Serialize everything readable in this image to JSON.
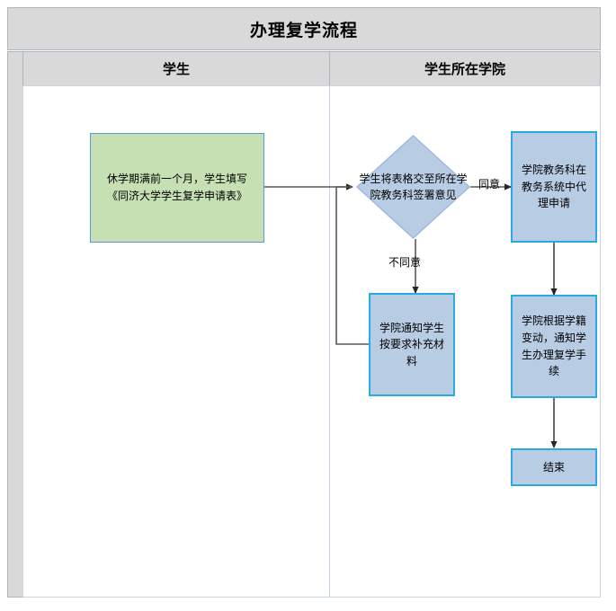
{
  "pool": {
    "title": "办理复学流程",
    "lanes": [
      {
        "name": "学生"
      },
      {
        "name": "学生所在学院"
      }
    ]
  },
  "nodes": {
    "student_form": "休学期满前一个月，学生填写《同济大学学生复学申请表》",
    "decision_submit": "学生将表格交至所在学院教务科签署意见",
    "college_proxy_apply": "学院教务科在教务系统中代理申请",
    "notify_supplement": "学院通知学生按要求补充材料",
    "notify_procedure": "学院根据学籍变动，通知学生办理复学手续",
    "end": "结束"
  },
  "edges": {
    "agree": "同意",
    "disagree": "不同意"
  },
  "colors": {
    "pool_header_bg": "#d9d9d9",
    "pool_border": "#aeb6bf",
    "lane_border": "#c9d7e5",
    "green_fill": "#c6e0b4",
    "green_border": "#5b9bd5",
    "blue_fill": "#b8cce4",
    "blue_border": "#29abe2",
    "diamond_fill": "#b8cce4",
    "diamond_border": "#9ab9dd",
    "connector": "#595959"
  }
}
